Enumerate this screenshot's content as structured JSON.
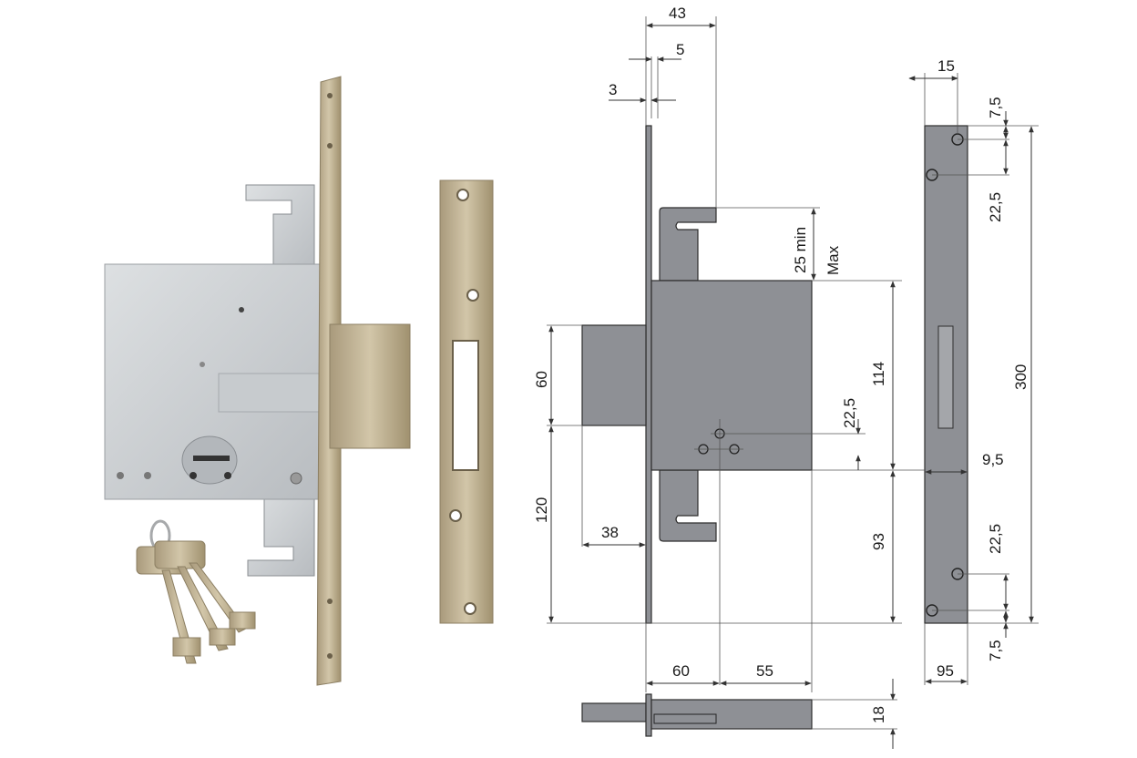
{
  "colors": {
    "drawing_fill": "#8e9095",
    "brass": "#c2b497",
    "steel": "#cfd3d6",
    "line": "#333333"
  },
  "dimensions": {
    "d43": "43",
    "d5": "5",
    "d3": "3",
    "d25min": "25 min",
    "dMax": "Max",
    "d114": "114",
    "d60": "60",
    "d22_5_mid": "22,5",
    "d120": "120",
    "d38": "38",
    "d93": "93",
    "d60_bottom": "60",
    "d55": "55",
    "d18": "18",
    "d15": "15",
    "d7_5_top": "7,5",
    "d22_5_top": "22,5",
    "d300": "300",
    "d9_5": "9,5",
    "d22_5_bot": "22,5",
    "d7_5_bot": "7,5",
    "d95": "95"
  }
}
